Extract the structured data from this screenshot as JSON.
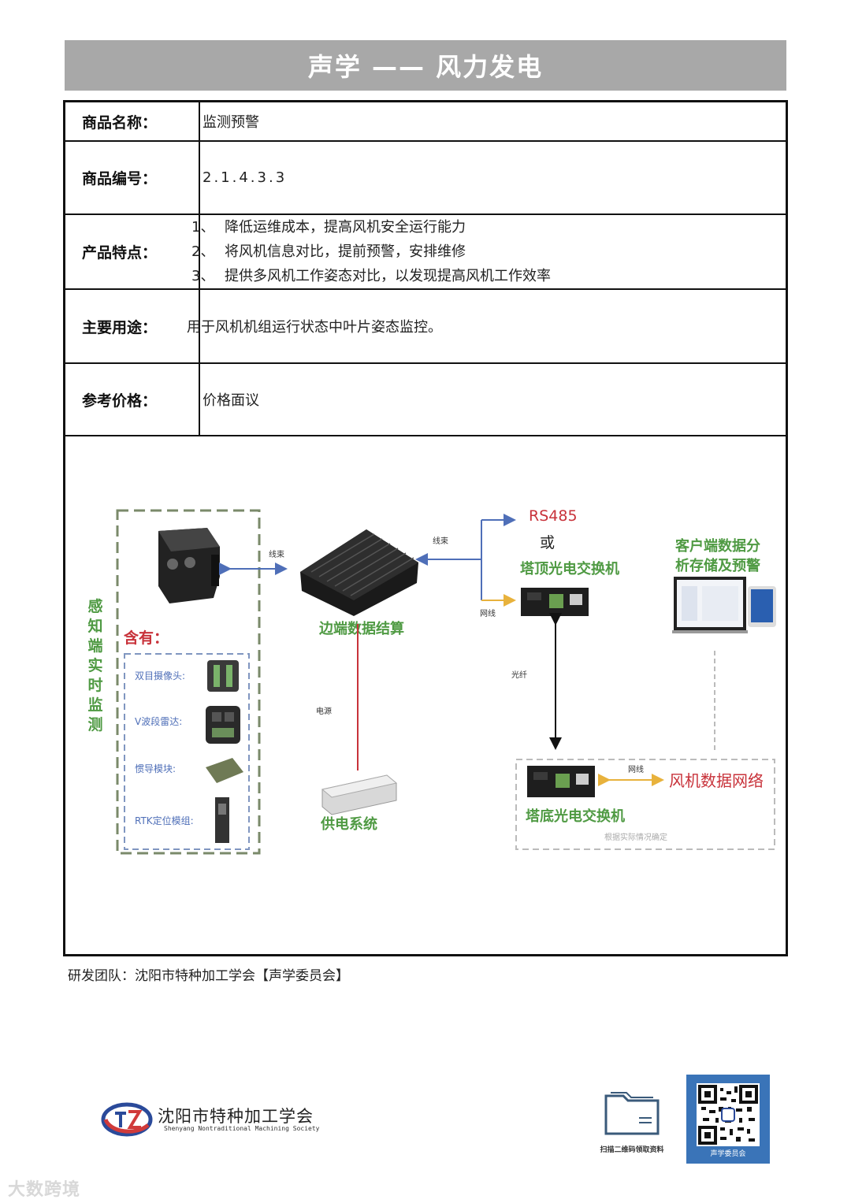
{
  "header": {
    "title": "声学 —— 风力发电"
  },
  "table": {
    "name_label": "商品名称：",
    "name_value": "监测预警",
    "code_label": "商品编号：",
    "code_value": "2.1.4.3.3",
    "features_label": "产品特点：",
    "features": [
      {
        "num": "1、",
        "text": "降低运维成本，提高风机安全运行能力"
      },
      {
        "num": "2、",
        "text": "将风机信息对比，提前预警，安排维修"
      },
      {
        "num": "3、",
        "text": "提供多风机工作姿态对比，以发现提高风机工作效率"
      }
    ],
    "usage_label": "主要用途：",
    "usage_value": "用于风机机组运行状态中叶片姿态监控。",
    "price_label": "参考价格：",
    "price_value": "价格面议"
  },
  "diagram": {
    "sense_title": "感知端实时监测",
    "contains": "含有：",
    "sensors": [
      "双目摄像头:",
      "V波段雷达:",
      "惯导模块:",
      "RTK定位模组:"
    ],
    "wire1": "线束",
    "wire2": "线束",
    "edge": "边端数据结算",
    "rs485": "RS485",
    "or": "或",
    "top_switch": "塔顶光电交换机",
    "net1": "网线",
    "fiber": "光纤",
    "power_line": "电源",
    "power_sys": "供电系统",
    "client": [
      "客户端数据分",
      "析存储及预警"
    ],
    "bottom_switch": "塔底光电交换机",
    "net2": "网线",
    "wind_net": "风机数据网络",
    "note": "根据实际情况确定"
  },
  "footer": {
    "team": "研发团队：沈阳市特种加工学会【声学委员会】",
    "org_name": "沈阳市特种加工学会",
    "org_en": "Shenyang Nontraditional Machining Society",
    "scan": "扫描二维码领取资料",
    "qr_caption": "声学委员会",
    "watermark": "大数跨境"
  },
  "colors": {
    "green": "#4f9a43",
    "red_line": "#c8323a",
    "blue_arrow": "#4f6fb8",
    "orange_arrow": "#e8b23c",
    "qr_bg": "#3a74b8",
    "banner": "#a8a8a8"
  }
}
